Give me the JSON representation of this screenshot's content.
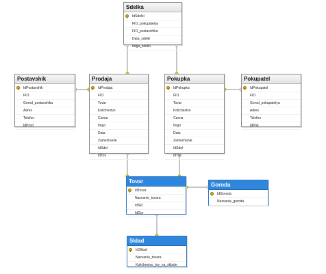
{
  "diagram": {
    "tables": [
      {
        "id": "sdelka",
        "title": "Sdelka",
        "selected": false,
        "fields": [
          {
            "name": "IdSdelki",
            "pk": true
          },
          {
            "name": "FIO_pokupatelya",
            "pk": false
          },
          {
            "name": "FIO_postavshika",
            "pk": false
          },
          {
            "name": "Data_sdelki",
            "pk": false
          },
          {
            "name": "Itoga_sdelki",
            "pk": false
          }
        ]
      },
      {
        "id": "postavshik",
        "title": "Postavshik",
        "selected": false,
        "fields": [
          {
            "name": "IdPostavshik",
            "pk": true
          },
          {
            "name": "FIO",
            "pk": false
          },
          {
            "name": "Gorod_postavshika",
            "pk": false
          },
          {
            "name": "Adres",
            "pk": false
          },
          {
            "name": "Telefon",
            "pk": false
          },
          {
            "name": "IdProd",
            "pk": false
          }
        ]
      },
      {
        "id": "prodaja",
        "title": "Prodaja",
        "selected": false,
        "fields": [
          {
            "name": "IdProdaja",
            "pk": true
          },
          {
            "name": "FIO",
            "pk": false
          },
          {
            "name": "Tovar",
            "pk": false
          },
          {
            "name": "Kolichestvo",
            "pk": false
          },
          {
            "name": "Czena",
            "pk": false
          },
          {
            "name": "Itogo",
            "pk": false
          },
          {
            "name": "Data",
            "pk": false
          },
          {
            "name": "Zamechanie",
            "pk": false
          },
          {
            "name": "IdSdel",
            "pk": false
          },
          {
            "name": "IdTov",
            "pk": false
          }
        ]
      },
      {
        "id": "pokupka",
        "title": "Pokupka",
        "selected": false,
        "fields": [
          {
            "name": "IdPokupka",
            "pk": true
          },
          {
            "name": "FIO",
            "pk": false
          },
          {
            "name": "Tovar",
            "pk": false
          },
          {
            "name": "Kolichestvo",
            "pk": false
          },
          {
            "name": "Czena",
            "pk": false
          },
          {
            "name": "Itogo",
            "pk": false
          },
          {
            "name": "Data",
            "pk": false
          },
          {
            "name": "Zamechanie",
            "pk": false
          },
          {
            "name": "IdSdel",
            "pk": false
          },
          {
            "name": "IdTov",
            "pk": false
          }
        ]
      },
      {
        "id": "pokupatel",
        "title": "Pokupatel",
        "selected": false,
        "fields": [
          {
            "name": "IdPokupatel",
            "pk": true
          },
          {
            "name": "FIO",
            "pk": false
          },
          {
            "name": "Gorod_pokupatelya",
            "pk": false
          },
          {
            "name": "Adres",
            "pk": false
          },
          {
            "name": "Telefon",
            "pk": false
          },
          {
            "name": "IdPok",
            "pk": false
          }
        ]
      },
      {
        "id": "tovar",
        "title": "Tovar",
        "selected": true,
        "fields": [
          {
            "name": "IdTovar",
            "pk": true
          },
          {
            "name": "Nazvanie_tovara",
            "pk": false
          },
          {
            "name": "IdSkl",
            "pk": false
          },
          {
            "name": "IdGor",
            "pk": false
          }
        ]
      },
      {
        "id": "goroda",
        "title": "Goroda",
        "selected": true,
        "fields": [
          {
            "name": "IdGoroda",
            "pk": true
          },
          {
            "name": "Nazvanie_goroda",
            "pk": false
          }
        ]
      },
      {
        "id": "sklad",
        "title": "Sklad",
        "selected": true,
        "fields": [
          {
            "name": "IdSklad",
            "pk": true
          },
          {
            "name": "Nazvanie_tovara",
            "pk": false
          },
          {
            "name": "Kolichestvo_tov_na_sklade",
            "pk": false
          }
        ]
      }
    ],
    "relationships": [
      {
        "from": "postavshik",
        "to": "prodaja"
      },
      {
        "from": "pokupatel",
        "to": "pokupka"
      },
      {
        "from": "sdelka",
        "to": "prodaja"
      },
      {
        "from": "sdelka",
        "to": "pokupka"
      },
      {
        "from": "prodaja",
        "to": "tovar"
      },
      {
        "from": "pokupka",
        "to": "tovar"
      },
      {
        "from": "goroda",
        "to": "tovar"
      },
      {
        "from": "tovar",
        "to": "sklad"
      }
    ],
    "colors": {
      "line": "#8e8e8e",
      "selected_header": "#2f86dd",
      "key": "#e3b500",
      "end_mark": "#e2d400"
    }
  }
}
